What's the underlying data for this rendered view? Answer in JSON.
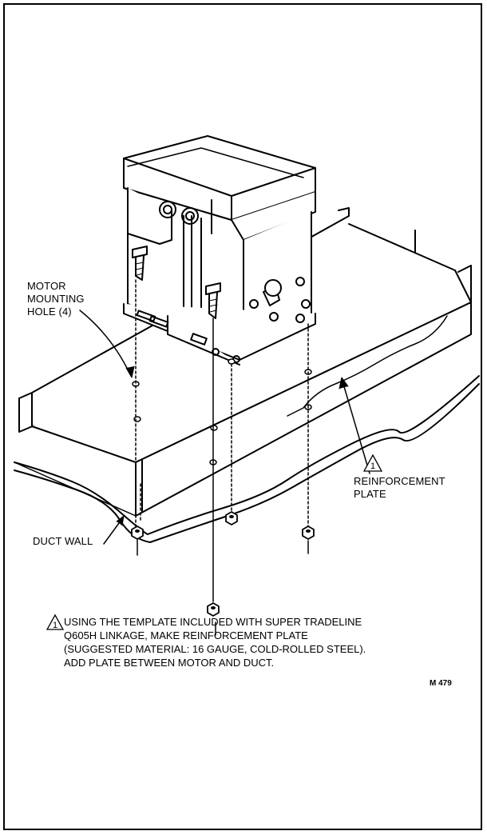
{
  "labels": {
    "motor_mounting_hole": [
      "MOTOR",
      "MOUNTING",
      "HOLE (4)"
    ],
    "reinforcement_plate": [
      "REINFORCEMENT",
      "PLATE"
    ],
    "duct_wall": "DUCT WALL",
    "reference_marker": "1"
  },
  "note": {
    "marker": "1",
    "lines": [
      "USING THE TEMPLATE INCLUDED WITH SUPER TRADELINE",
      "Q605H LINKAGE, MAKE REINFORCEMENT PLATE",
      "(SUGGESTED MATERIAL: 16 GAUGE, COLD-ROLLED STEEL).",
      "ADD PLATE BETWEEN MOTOR AND DUCT."
    ]
  },
  "figure_id": "M 479"
}
